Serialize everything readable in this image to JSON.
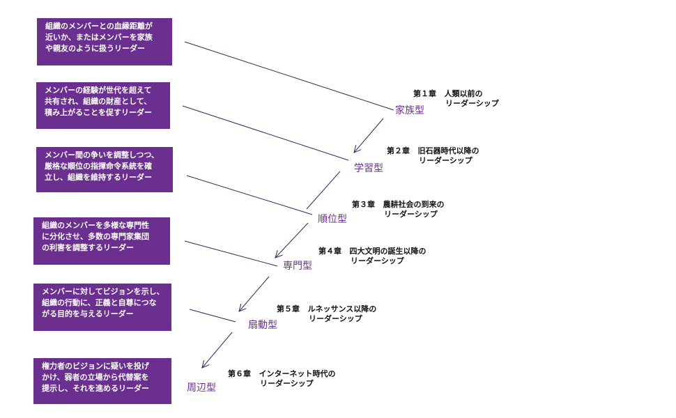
{
  "colors": {
    "box_bg": "#6a2f8f",
    "box_text": "#ffffff",
    "type_text": "#6a2f8f",
    "connector": "#2f2660"
  },
  "descriptions": [
    "組織のメンバーとの血縁距離が\n近いか、またはメンバーを家族\nや親友のように扱うリーダー",
    "メンバーの経験が世代を超えて\n共有され、組織の財産として、\n積み上がることを促すリーダー",
    "メンバー間の争いを調整しつつ、\n厳格な順位の指揮命令系統を確\n立し、組織を維持するリーダー",
    "組織のメンバーを多様な専門性\nに分化させ、多数の専門家集団\nの利害を調整するリーダー",
    "メンバーに対してビジョンを示し、\n組織の行動に、正義と自尊につな\nがる目的を与えるリーダー",
    "権力者のビジョンに疑いを投げ\nかけ、弱者の立場から代替案を\n提示し、それを進めるリーダー"
  ],
  "types": [
    "家族型",
    "学習型",
    "順位型",
    "専門型",
    "扇動型",
    "周辺型"
  ],
  "chapters": [
    {
      "label": "第１章",
      "title_line1": "人類以前の",
      "title_line2": "リーダーシップ"
    },
    {
      "label": "第２章",
      "title_line1": "旧石器時代以降の",
      "title_line2": "リーダーシップ"
    },
    {
      "label": "第３章",
      "title_line1": "農耕社会の到来の",
      "title_line2": "リーダーシップ"
    },
    {
      "label": "第４章",
      "title_line1": "四大文明の誕生以降の",
      "title_line2": "リーダーシップ"
    },
    {
      "label": "第５章",
      "title_line1": "ルネッサンス以降の",
      "title_line2": "リーダーシップ"
    },
    {
      "label": "第６章",
      "title_line1": "インターネット時代の",
      "title_line2": "リーダーシップ"
    }
  ]
}
